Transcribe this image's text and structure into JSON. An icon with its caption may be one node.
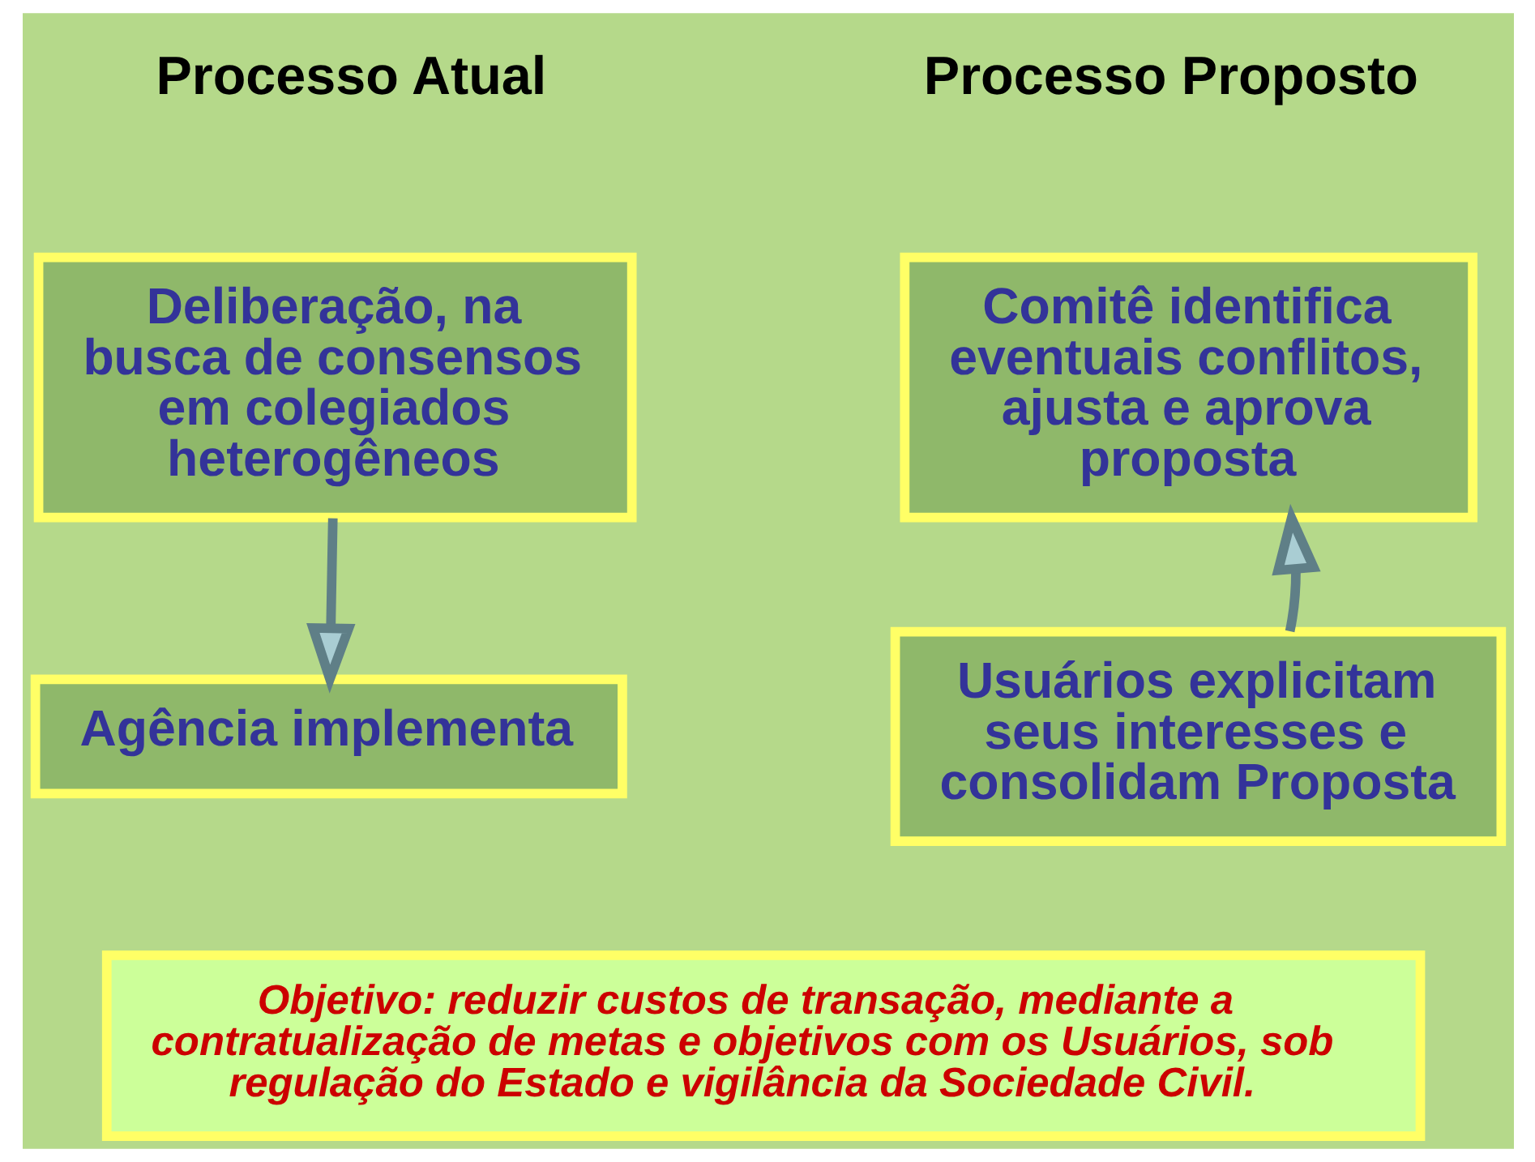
{
  "diagram": {
    "nodes": [
      {
        "text": [
          "Deliberação, na busca de consensos em colegiados heterogêneos"
        ]
      },
      {
        "text": [
          "Agência implementa"
        ]
      },
      {
        "text": [
          "Comitê identifica eventuais conflitos, ajusta e aprova proposta"
        ]
      },
      {
        "text": [
          "Usuários explicitam seus interesses e consolidam Proposta"
        ]
      },
      {
        "text": [
          "Objetivo: reduzir custos de transação, mediante a contratualização de metas e objetivos com os Usuários, sob regulação do Estado e vigilância da Sociedade Civil."
        ]
      }
    ],
    "edges": [
      {
        "from": 0,
        "to": 1,
        "arrow": "to"
      },
      {
        "from": 3,
        "to": 2,
        "arrow": "to"
      }
    ],
    "labels": [
      "Processo Atual",
      "Processo Proposto"
    ]
  }
}
